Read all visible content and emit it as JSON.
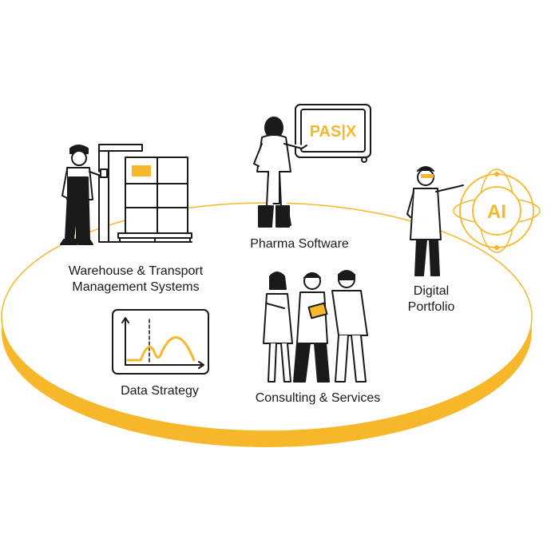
{
  "colors": {
    "accent": "#F6B72B",
    "ink": "#1A1A1A",
    "background": "#FFFFFF"
  },
  "nodes": {
    "warehouse": {
      "line1": "Warehouse & Transport",
      "line2": "Management Systems",
      "icon": "warehouse-worker-pallet-icon"
    },
    "pharma": {
      "label": "Pharma Software",
      "icon": "pharma-worker-monitor-icon",
      "screen_text": "PAS|X"
    },
    "digital": {
      "line1": "Digital",
      "line2": "Portfolio",
      "icon": "scientist-ai-orbit-icon",
      "badge_text": "AI"
    },
    "data": {
      "label": "Data Strategy",
      "icon": "data-chart-icon"
    },
    "consulting": {
      "label": "Consulting & Services",
      "icon": "consultants-team-icon"
    }
  }
}
